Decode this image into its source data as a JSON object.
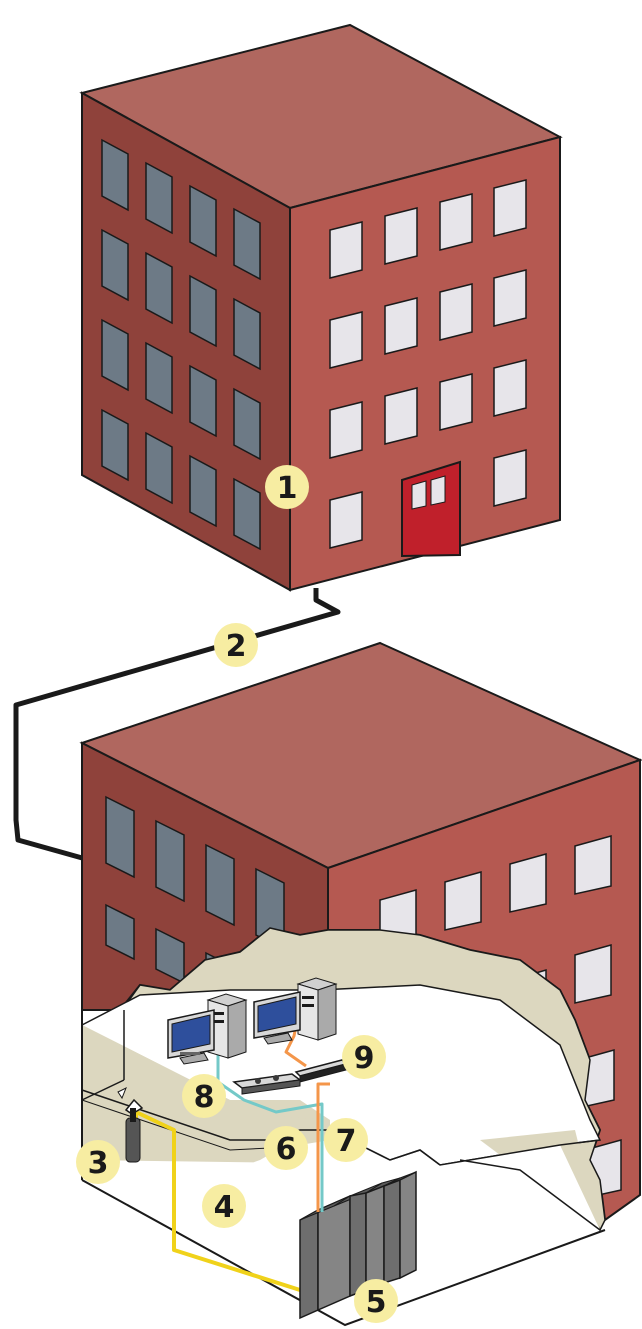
{
  "labels": {
    "l1": "1",
    "l2": "2",
    "l3": "3",
    "l4": "4",
    "l5": "5",
    "l6": "6",
    "l7": "7",
    "l8": "8",
    "l9": "9"
  },
  "colors": {
    "roof": "#b0675f",
    "left_wall": "#8f423b",
    "right_wall": "#b55951",
    "window_dark": "#6d7a86",
    "window_light": "#e7e5ea",
    "door": "#c0202b",
    "floor_tan": "#dcd7bf",
    "floor_white": "#ffffff",
    "badge": "#f7eda2",
    "cable_black": "#1a1a1a",
    "cable_yellow": "#f0d21a",
    "cable_orange": "#f4964a",
    "cable_teal": "#74c9c8",
    "rack": "#6e6e6e",
    "monitor_screen": "#2e4f9c"
  },
  "icons": [
    "wireless-antenna-icon",
    "computer-icon",
    "monitor-icon",
    "patch-panel-icon",
    "switch-icon",
    "server-rack-icon"
  ]
}
